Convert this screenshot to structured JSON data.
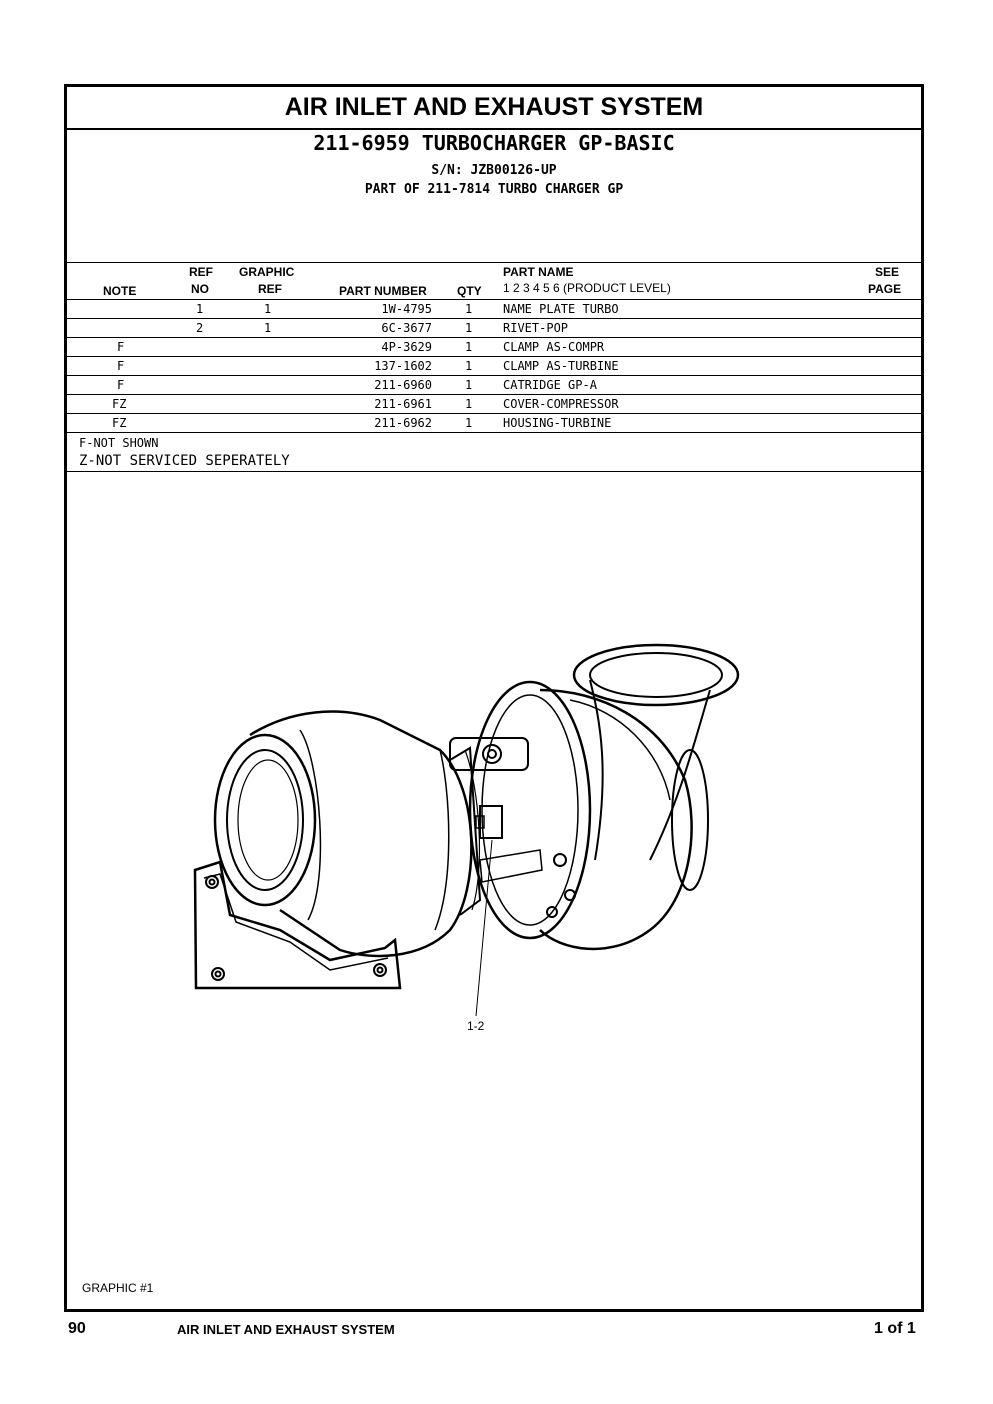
{
  "header": {
    "title": "AIR INLET AND EXHAUST SYSTEM",
    "subtitle": "211-6959 TURBOCHARGER GP-BASIC",
    "serial": "S/N: JZB00126-UP",
    "part_of": "PART OF 211-7814 TURBO CHARGER GP"
  },
  "columns": {
    "note": "NOTE",
    "ref_top": "REF",
    "ref_bottom": "NO",
    "graphic_top": "GRAPHIC",
    "graphic_bottom": "REF",
    "part_number": "PART NUMBER",
    "qty": "QTY",
    "part_name": "PART NAME",
    "product_level": "1 2 3 4 5 6 (PRODUCT LEVEL)",
    "see_top": "SEE",
    "see_bottom": "PAGE"
  },
  "rows": [
    {
      "note": "",
      "ref": "1",
      "graphic": "1",
      "part_number": "1W-4795",
      "qty": "1",
      "name": "NAME PLATE TURBO"
    },
    {
      "note": "",
      "ref": "2",
      "graphic": "1",
      "part_number": "6C-3677",
      "qty": "1",
      "name": "RIVET-POP"
    },
    {
      "note": "F",
      "ref": "",
      "graphic": "",
      "part_number": "4P-3629",
      "qty": "1",
      "name": "CLAMP AS-COMPR"
    },
    {
      "note": "F",
      "ref": "",
      "graphic": "",
      "part_number": "137-1602",
      "qty": "1",
      "name": "CLAMP AS-TURBINE"
    },
    {
      "note": "F",
      "ref": "",
      "graphic": "",
      "part_number": "211-6960",
      "qty": "1",
      "name": "CATRIDGE GP-A"
    },
    {
      "note": "FZ",
      "ref": "",
      "graphic": "",
      "part_number": "211-6961",
      "qty": "1",
      "name": "COVER-COMPRESSOR"
    },
    {
      "note": "FZ",
      "ref": "",
      "graphic": "",
      "part_number": "211-6962",
      "qty": "1",
      "name": "HOUSING-TURBINE"
    }
  ],
  "notes": {
    "f": "F-NOT SHOWN",
    "z": "Z-NOT SERVICED SEPERATELY"
  },
  "graphic": {
    "callout": "1-2",
    "label": "GRAPHIC #1"
  },
  "footer": {
    "page_number": "90",
    "section": "AIR INLET AND EXHAUST SYSTEM",
    "page_of": "1 of 1"
  }
}
